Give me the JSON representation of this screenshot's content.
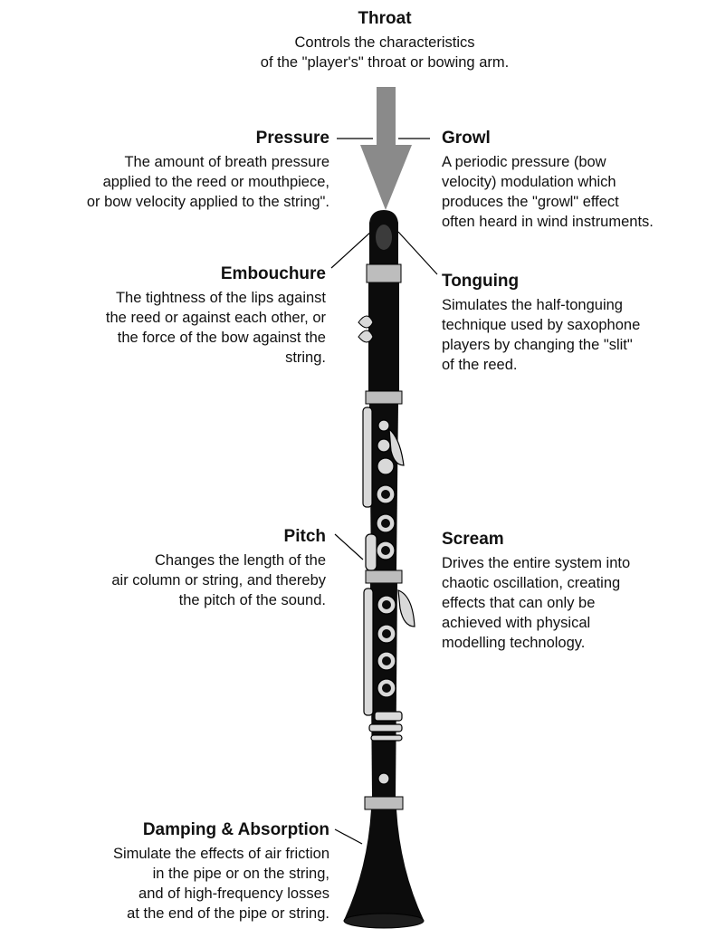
{
  "colors": {
    "text": "#111111",
    "instrument_body": "#0c0c0c",
    "keys_metal": "#d9d9d9",
    "arrow": "#8a8a8a",
    "leader_lines": "#000000"
  },
  "labels": {
    "throat": {
      "title": "Throat",
      "desc": "Controls the  characteristics\nof the  \"player's\"  throat or bowing arm."
    },
    "pressure": {
      "title": "Pressure",
      "desc": "The amount of breath pressure\napplied to the reed or mouthpiece,\nor bow velocity applied to the string\"."
    },
    "growl": {
      "title": "Growl",
      "desc": "A periodic pressure (bow\nvelocity) modulation which\nproduces the \"growl\" effect\noften heard in wind instruments."
    },
    "embouchure": {
      "title": "Embouchure",
      "desc": "The tightness of the lips against\nthe reed or against each other, or\nthe force of the bow against the\nstring."
    },
    "tonguing": {
      "title": "Tonguing",
      "desc": "Simulates the  half-tonguing\ntechnique used by saxophone\nplayers by changing the \"slit\"\nof the reed."
    },
    "pitch": {
      "title": "Pitch",
      "desc": "Changes the length of the\nair column or string, and thereby\nthe pitch of the sound."
    },
    "scream": {
      "title": "Scream",
      "desc": "Drives the entire system into\nchaotic oscillation, creating\neffects that can only be\nachieved with physical\nmodelling technology."
    },
    "damping": {
      "title": "Damping & Absorption",
      "desc": "Simulate the effects of air friction\nin the pipe or on the string,\nand of high-frequency losses\nat the end of the pipe or string."
    }
  },
  "illustration": {
    "subject": "clarinet-icon",
    "arrow": "down-arrow-icon"
  }
}
